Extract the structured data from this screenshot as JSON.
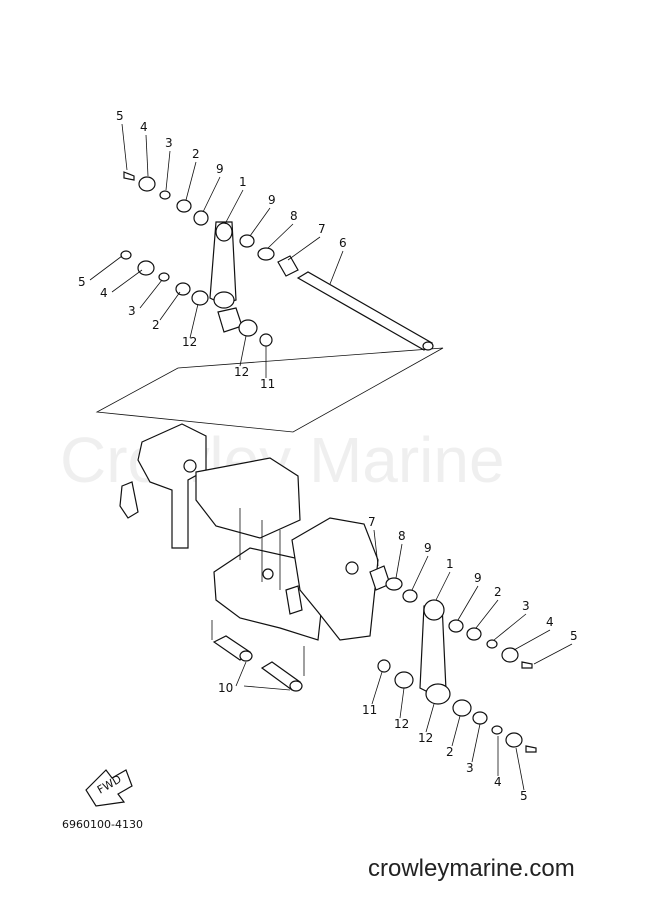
{
  "watermark": "Crowley Marine",
  "footer_url": "crowleymarine.com",
  "part_code": "6960100-4130",
  "fwd_label": "FWD",
  "callouts": {
    "top_5": "5",
    "top_4": "4",
    "top_3": "3",
    "top_2": "2",
    "top_9a": "9",
    "top_1": "1",
    "top_9b": "9",
    "top_8": "8",
    "top_7": "7",
    "top_6": "6",
    "mid_5": "5",
    "mid_4": "4",
    "mid_3": "3",
    "mid_2": "2",
    "mid_12a": "12",
    "mid_12b": "12",
    "mid_11": "11",
    "bot_7": "7",
    "bot_8": "8",
    "bot_9a": "9",
    "bot_1": "1",
    "bot_9b": "9",
    "bot_2a": "2",
    "bot_3a": "3",
    "bot_4a": "4",
    "bot_5a": "5",
    "bot_11": "11",
    "bot_12a": "12",
    "bot_12b": "12",
    "bot_2b": "2",
    "bot_3b": "3",
    "bot_4b": "4",
    "bot_5b": "5",
    "bot_10": "10"
  }
}
